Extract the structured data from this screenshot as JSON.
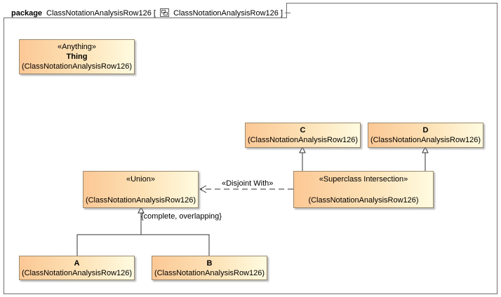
{
  "frame": {
    "keyword": "package",
    "name": "ClassNotationAnalysisRow126",
    "bracket_open": "[",
    "diagram_name": "ClassNotationAnalysisRow126",
    "bracket_close": "]"
  },
  "classes": {
    "thing": {
      "stereotype": "«Anything»",
      "name": "Thing",
      "tag": "(ClassNotationAnalysisRow126)"
    },
    "c": {
      "name": "C",
      "tag": "(ClassNotationAnalysisRow126)"
    },
    "d": {
      "name": "D",
      "tag": "(ClassNotationAnalysisRow126)"
    },
    "union": {
      "stereotype": "«Union»",
      "tag": "(ClassNotationAnalysisRow126)"
    },
    "intersection": {
      "stereotype": "«Superclass Intersection»",
      "tag": "(ClassNotationAnalysisRow126)"
    },
    "a": {
      "name": "A",
      "tag": "(ClassNotationAnalysisRow126)"
    },
    "b": {
      "name": "B",
      "tag": "(ClassNotationAnalysisRow126)"
    }
  },
  "edges": {
    "disjoint_label": "«Disjoint With»",
    "generalization_set_label": "{complete, overlapping}"
  },
  "colors": {
    "border": "#9c8a6e",
    "fill_start": "#fcc895",
    "fill_end": "#fffbe0",
    "line": "#333333"
  }
}
